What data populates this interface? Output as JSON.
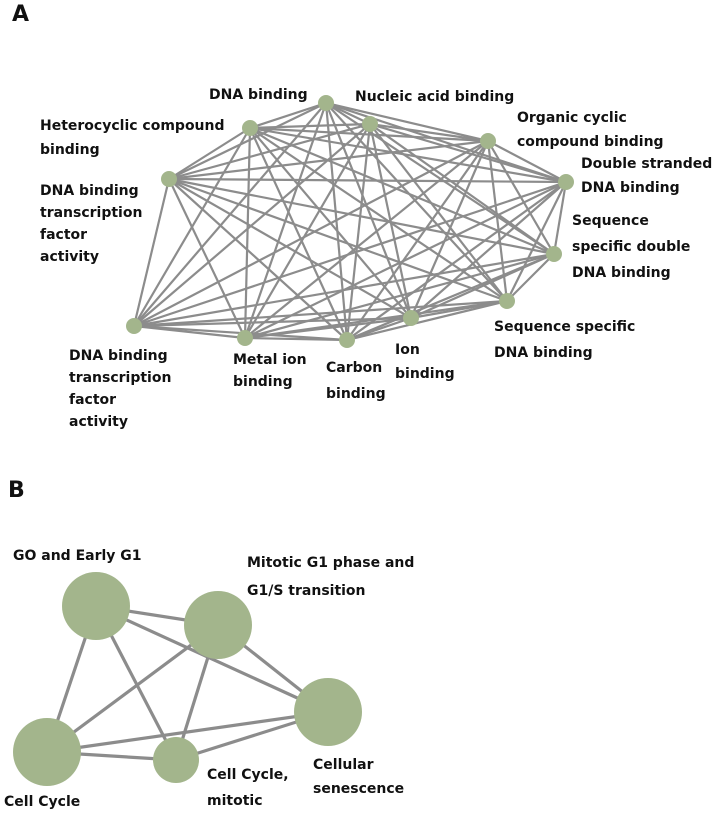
{
  "panels": [
    {
      "letter": "A",
      "nodes": [
        {
          "id": "dna_binding",
          "label_lines": [
            "DNA binding"
          ]
        },
        {
          "id": "nucleic_acid_binding",
          "label_lines": [
            "Nucleic acid binding"
          ]
        },
        {
          "id": "heterocyclic_compound_binding",
          "label_lines": [
            "Heterocyclic compound",
            "binding"
          ]
        },
        {
          "id": "organic_cyclic_compound_binding",
          "label_lines": [
            "Organic cyclic",
            "compound binding"
          ]
        },
        {
          "id": "dna_binding_tf_activity_1",
          "label_lines": [
            "DNA binding",
            "transcription",
            "factor",
            "activity"
          ]
        },
        {
          "id": "double_stranded_dna_binding",
          "label_lines": [
            "Double stranded",
            "DNA binding"
          ]
        },
        {
          "id": "sequence_specific_double_dna_binding",
          "label_lines": [
            "Sequence",
            "specific  double",
            "DNA binding"
          ]
        },
        {
          "id": "sequence_specific_dna_binding",
          "label_lines": [
            "Sequence specific",
            "DNA binding"
          ]
        },
        {
          "id": "ion_binding",
          "label_lines": [
            "Ion",
            "binding"
          ]
        },
        {
          "id": "carbon_binding",
          "label_lines": [
            "Carbon",
            "binding"
          ]
        },
        {
          "id": "metal_ion_binding",
          "label_lines": [
            "Metal ion",
            "binding"
          ]
        },
        {
          "id": "dna_binding_tf_activity_2",
          "label_lines": [
            "DNA binding",
            "transcription",
            "factor",
            "activity"
          ]
        }
      ],
      "fully_connected": true,
      "node_color": "#a3b58c",
      "edge_color": "#8c8c8c"
    },
    {
      "letter": "B",
      "nodes": [
        {
          "id": "go_early_g1",
          "label_lines": [
            "GO and Early G1"
          ]
        },
        {
          "id": "mitotic_g1",
          "label_lines": [
            "Mitotic G1 phase and",
            "G1/S transition"
          ]
        },
        {
          "id": "cellular_senescence",
          "label_lines": [
            "Cellular",
            "senescence"
          ]
        },
        {
          "id": "cell_cycle_mitotic",
          "label_lines": [
            "Cell Cycle,",
            "mitotic"
          ]
        },
        {
          "id": "cell_cycle",
          "label_lines": [
            "Cell Cycle"
          ]
        }
      ],
      "edges": [
        [
          "go_early_g1",
          "mitotic_g1"
        ],
        [
          "go_early_g1",
          "cell_cycle"
        ],
        [
          "go_early_g1",
          "cell_cycle_mitotic"
        ],
        [
          "go_early_g1",
          "cellular_senescence"
        ],
        [
          "mitotic_g1",
          "cell_cycle"
        ],
        [
          "mitotic_g1",
          "cell_cycle_mitotic"
        ],
        [
          "mitotic_g1",
          "cellular_senescence"
        ],
        [
          "cell_cycle",
          "cell_cycle_mitotic"
        ],
        [
          "cell_cycle",
          "cellular_senescence"
        ],
        [
          "cell_cycle_mitotic",
          "cellular_senescence"
        ]
      ],
      "node_color": "#a3b58c",
      "edge_color": "#8c8c8c"
    }
  ]
}
